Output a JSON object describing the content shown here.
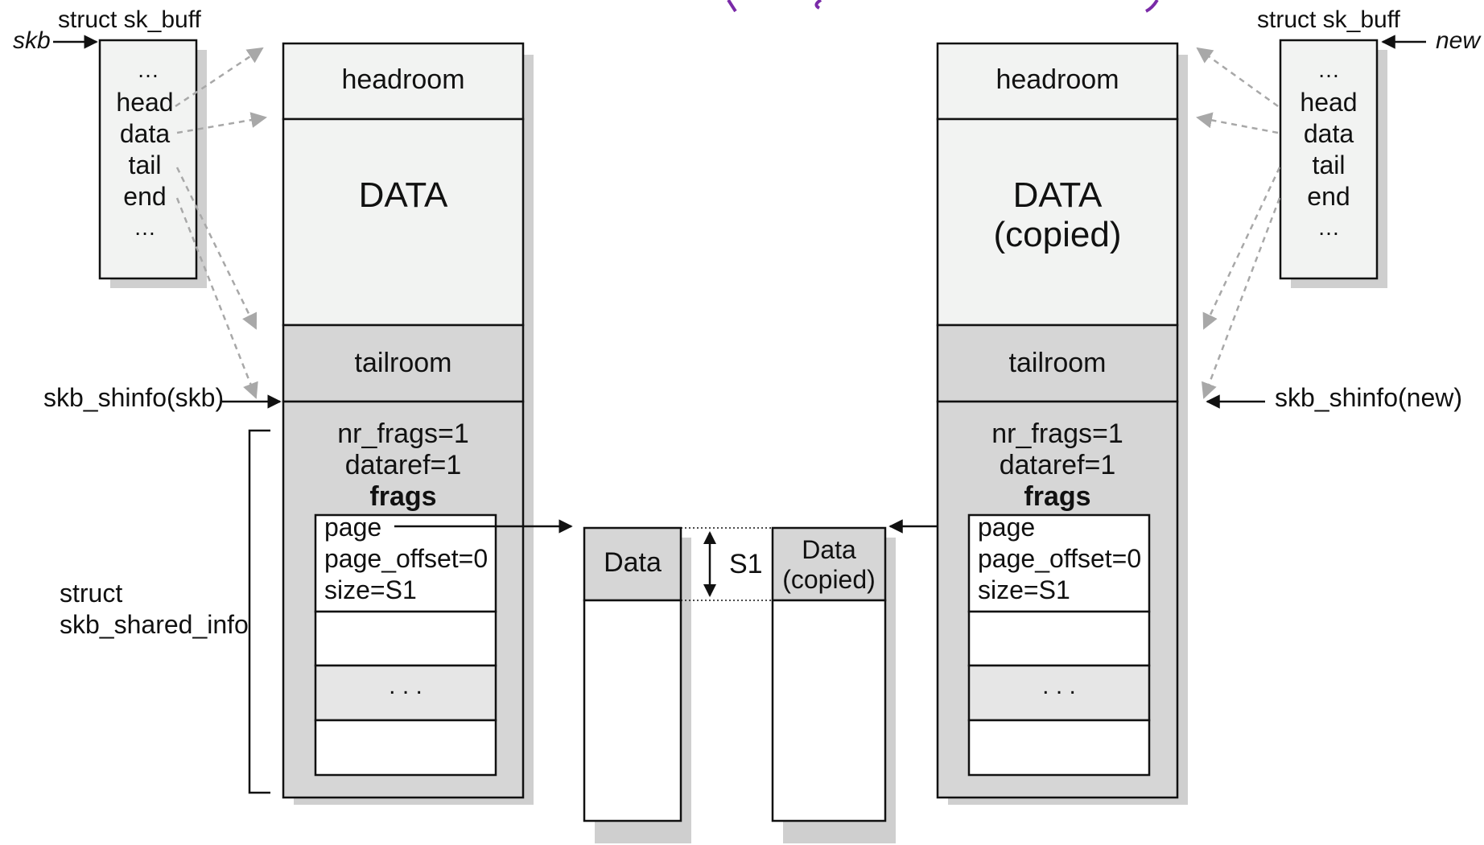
{
  "left_skb": {
    "pointer_label": "skb",
    "struct_label": "struct sk_buff",
    "fields": [
      "…",
      "head",
      "data",
      "tail",
      "end",
      "…"
    ],
    "shinfo_label": "skb_shinfo(skb)",
    "shared_info_label_line1": "struct",
    "shared_info_label_line2": "skb_shared_info"
  },
  "right_skb": {
    "pointer_label": "new",
    "struct_label": "struct sk_buff",
    "fields": [
      "…",
      "head",
      "data",
      "tail",
      "end",
      "…"
    ],
    "shinfo_label": "skb_shinfo(new)"
  },
  "left_buffer": {
    "headroom": "headroom",
    "data": "DATA",
    "tailroom": "tailroom",
    "nr_frags": "nr_frags=1",
    "dataref": "dataref=1",
    "frags": "frags",
    "frag_page": "page",
    "frag_offset": "page_offset=0",
    "frag_size": "size=S1",
    "frag_ellipsis": ". . ."
  },
  "right_buffer": {
    "headroom": "headroom",
    "data_line1": "DATA",
    "data_line2": "(copied)",
    "tailroom": "tailroom",
    "nr_frags": "nr_frags=1",
    "dataref": "dataref=1",
    "frags": "frags",
    "frag_page": "page",
    "frag_offset": "page_offset=0",
    "frag_size": "size=S1",
    "frag_ellipsis": ". . ."
  },
  "pages": {
    "left_label": "Data",
    "right_label_line1": "Data",
    "right_label_line2": "(copied)",
    "size_label": "S1"
  },
  "colors": {
    "cell_light": "#f2f3f2",
    "cell_grey": "#d6d6d6",
    "shadow": "#cfcfcf",
    "dashed_arrow": "#a8a8a8",
    "heading_purple": "#7a2aa8"
  }
}
